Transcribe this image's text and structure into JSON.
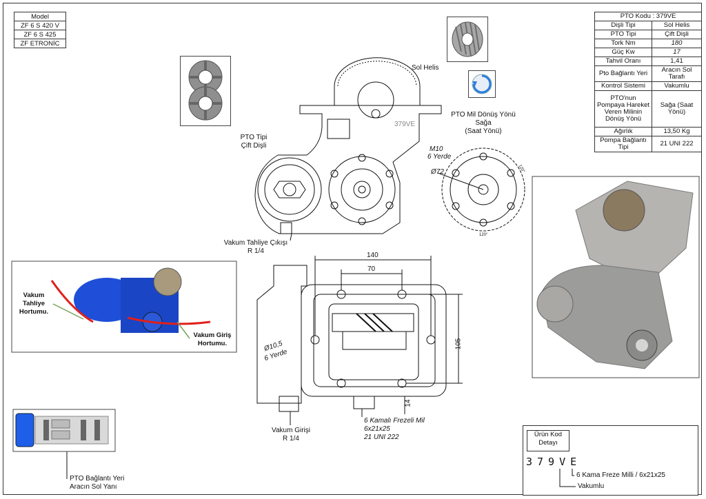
{
  "models": [
    "Model",
    "ZF 6 S 420 V",
    "ZF 6 S 425",
    "ZF ETRONİC"
  ],
  "specs": {
    "title": "PTO Kodu : 379VE",
    "rows": [
      {
        "label": "Dişli Tipi",
        "value": "Sol Helis",
        "italic": false
      },
      {
        "label": "PTO Tipi",
        "value": "Çift Dişli",
        "italic": false
      },
      {
        "label": "Tork Nm",
        "value": "180",
        "italic": true
      },
      {
        "label": "Güç Kw",
        "value": "17",
        "italic": true
      },
      {
        "label": "Tahvil Oranı",
        "value": "1,41",
        "italic": false
      },
      {
        "label": "Pto Bağlantı Yeri",
        "value": "Aracın Sol Tarafı",
        "italic": false
      },
      {
        "label": "Kontrol Sistemi",
        "value": "Vakumlu",
        "italic": false
      },
      {
        "label": "PTO'nun Pompaya Hareket Veren Milinin Dönüş Yönü",
        "value": "Sağa (Saat Yönü)",
        "italic": false
      },
      {
        "label": "Ağırlık",
        "value": "13,50 Kg",
        "italic": false
      },
      {
        "label": "Pompa Bağlantı Tipi",
        "value": "21 UNI 222",
        "italic": false
      }
    ]
  },
  "labels": {
    "sol_helis": "Sol Helis",
    "pto_tipi_1": "PTO Tipi",
    "pto_tipi_2": "Çift Dişli",
    "donus_1": "PTO Mil Dönüş Yönü",
    "donus_2": "Sağa",
    "donus_3": "(Saat Yönü)",
    "body_code": "379VE",
    "m10": "M10",
    "m10_count": "6 Yerde",
    "d72": "Ø72",
    "angle_a": "120°",
    "angle_b": "120°",
    "vakum_tahliye_1": "Vakum Tahliye Çıkışı",
    "vakum_tahliye_2": "R 1/4",
    "hose_left_1": "Vakum",
    "hose_left_2": "Tahliye",
    "hose_left_3": "Hortumu.",
    "hose_right_1": "Vakum Giriş",
    "hose_right_2": "Hortumu.",
    "dim_140": "140",
    "dim_70": "70",
    "dim_105": "105",
    "dim_14": "14",
    "hole_1": "Ø10,5",
    "hole_2": "6 Yerde",
    "vakum_giris_1": "Vakum Girişi",
    "vakum_giris_2": "R 1/4",
    "shaft_1": "6 Kamalı Frezeli Mil",
    "shaft_2": "6x21x25",
    "shaft_3": "21 UNI 222",
    "location_1": "PTO Bağlantı Yeri",
    "location_2": "Aracın Sol Yanı",
    "code_title_1": "Ürün Kod",
    "code_title_2": "Detayı",
    "code_value": "379VE",
    "code_desc_e": "6 Kama Freze Milli / 6x21x25",
    "code_desc_v": "Vakumlu"
  },
  "colors": {
    "pto_blue": "#1f4fd8",
    "hose_red": "#e0201b",
    "casting_gray": "#9c9c9a",
    "arrow_green": "#7aa05a",
    "truck_blue": "#1e5ee8"
  }
}
